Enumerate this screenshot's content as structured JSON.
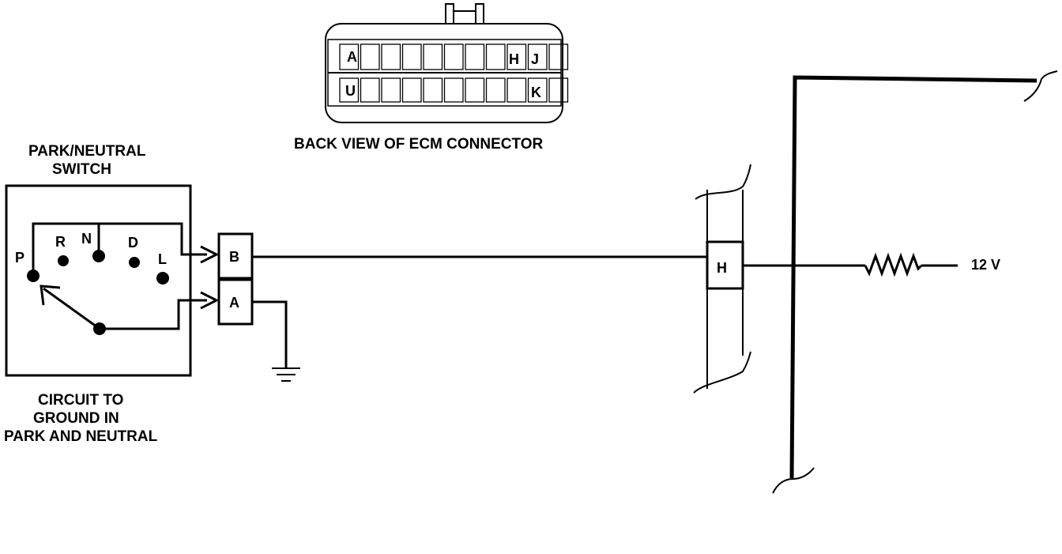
{
  "ecm_connector": {
    "caption": "BACK VIEW OF ECM CONNECTOR",
    "top_row_labels": [
      "A",
      "H",
      "J"
    ],
    "bottom_row_labels": [
      "U",
      "K"
    ]
  },
  "switch": {
    "title_line1": "PARK/NEUTRAL",
    "title_line2": "SWITCH",
    "positions": [
      "P",
      "R",
      "N",
      "D",
      "L"
    ],
    "caption_line1": "CIRCUIT TO",
    "caption_line2": "GROUND IN",
    "caption_line3": "PARK AND NEUTRAL"
  },
  "switch_connector": {
    "pin_b": "B",
    "pin_a": "A"
  },
  "ecm_terminal": {
    "pin_h": "H"
  },
  "supply": {
    "voltage_label": "12 V"
  }
}
